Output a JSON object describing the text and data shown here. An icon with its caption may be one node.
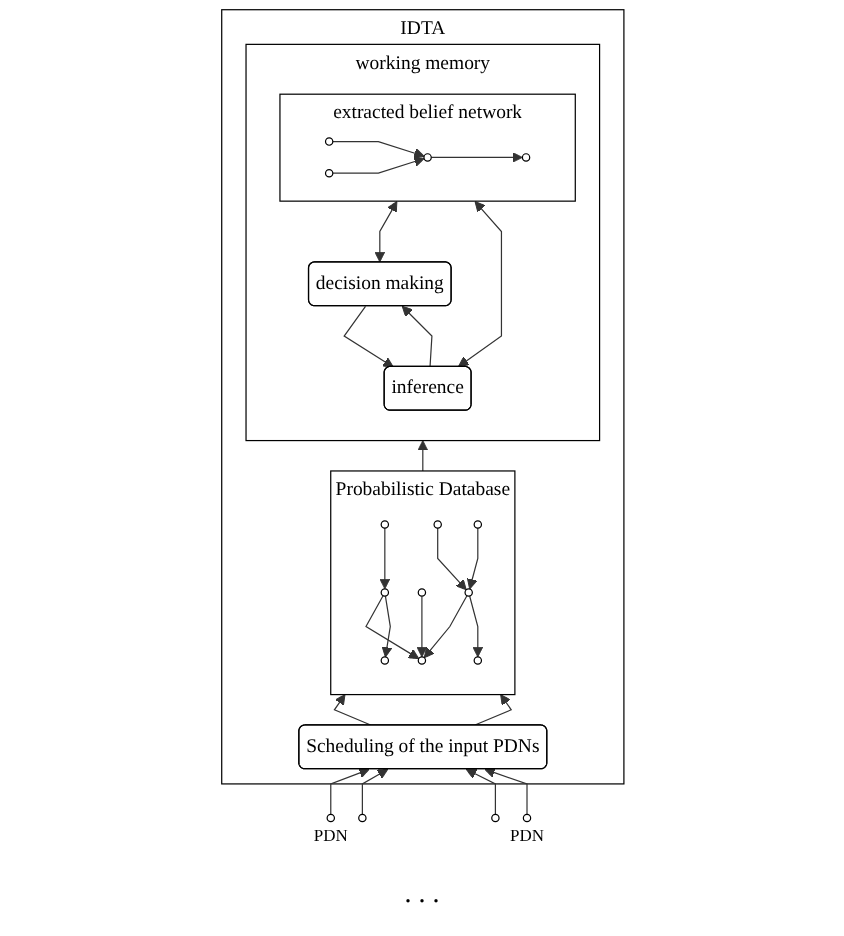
{
  "diagram": {
    "nodes": [
      {
        "text": [
          "IDTA"
        ]
      },
      {
        "text": [
          "working memory"
        ],
        "in": 0
      },
      {
        "text": [
          "extracted belief network"
        ],
        "in": 1
      },
      {
        "text": [],
        "shape": "circle",
        "in": 2
      },
      {
        "text": [],
        "shape": "circle",
        "in": 2
      },
      {
        "text": [],
        "shape": "circle",
        "in": 2
      },
      {
        "text": [],
        "shape": "circle",
        "in": 2
      },
      {
        "text": [
          "decision making"
        ],
        "in": 1
      },
      {
        "text": [
          "inference"
        ],
        "in": 1
      },
      {
        "text": [
          "Probabilistic Database"
        ],
        "in": 0
      },
      {
        "text": [],
        "shape": "circle",
        "in": 9
      },
      {
        "text": [],
        "shape": "circle",
        "in": 9
      },
      {
        "text": [],
        "shape": "circle",
        "in": 9
      },
      {
        "text": [],
        "shape": "circle",
        "in": 9
      },
      {
        "text": [],
        "shape": "circle",
        "in": 9
      },
      {
        "text": [],
        "shape": "circle",
        "in": 9
      },
      {
        "text": [],
        "shape": "circle",
        "in": 9
      },
      {
        "text": [],
        "shape": "circle",
        "in": 9
      },
      {
        "text": [],
        "shape": "circle",
        "in": 9
      },
      {
        "text": [
          "Scheduling of the input PDNs"
        ],
        "in": 0
      },
      {
        "text": [],
        "shape": "circle",
        "beside": [
          "PDN"
        ]
      },
      {
        "text": [],
        "shape": "circle"
      },
      {
        "text": [],
        "shape": "circle"
      },
      {
        "text": [],
        "shape": "circle",
        "beside": [
          "PDN"
        ]
      }
    ],
    "edges": [
      {
        "from": 3,
        "to": 5,
        "arrow": "to"
      },
      {
        "from": 4,
        "to": 5,
        "arrow": "to"
      },
      {
        "from": 5,
        "to": 6,
        "arrow": "to"
      },
      {
        "from": 2,
        "to": 7,
        "arrow": "both"
      },
      {
        "from": 2,
        "to": 8,
        "arrow": "both"
      },
      {
        "from": 7,
        "to": 8,
        "arrow": "to"
      },
      {
        "from": 8,
        "to": 7,
        "arrow": "to"
      },
      {
        "from": 10,
        "to": 14,
        "arrow": "to"
      },
      {
        "from": 14,
        "to": 15,
        "arrow": "to"
      },
      {
        "from": 11,
        "to": 15,
        "arrow": "to"
      },
      {
        "from": 14,
        "to": 17,
        "arrow": "to"
      },
      {
        "from": 12,
        "to": 16,
        "arrow": "to"
      },
      {
        "from": 13,
        "to": 16,
        "arrow": "to"
      },
      {
        "from": 16,
        "to": 15,
        "arrow": "to"
      },
      {
        "from": 16,
        "to": 18,
        "arrow": "to"
      },
      {
        "from": 9,
        "to": 1,
        "arrow": "to"
      },
      {
        "from": 19,
        "to": 9,
        "arrow": "to"
      },
      {
        "from": 19,
        "to": 9,
        "arrow": "to"
      },
      {
        "from": 20,
        "to": 19,
        "arrow": "to"
      },
      {
        "from": 21,
        "to": 19,
        "arrow": "to"
      },
      {
        "from": 22,
        "to": 19,
        "arrow": "to"
      },
      {
        "from": 23,
        "to": 19,
        "arrow": "to"
      }
    ],
    "labels": [
      ". . ."
    ]
  }
}
